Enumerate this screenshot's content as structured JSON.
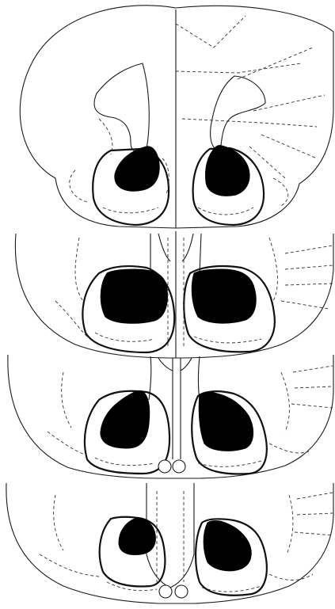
{
  "figure": {
    "panels": [
      {
        "id": "section-1"
      },
      {
        "id": "section-2"
      },
      {
        "id": "section-3"
      },
      {
        "id": "section-4"
      }
    ]
  }
}
